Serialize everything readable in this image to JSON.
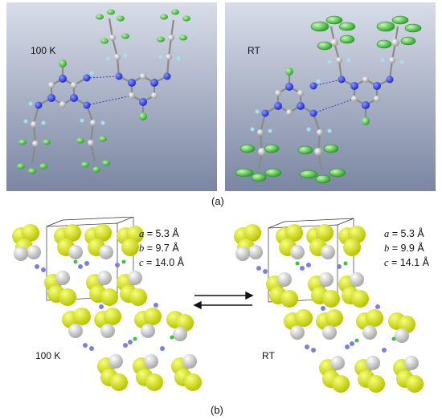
{
  "panel_a": {
    "left_label": "100 K",
    "right_label": "RT",
    "caption": "(a)"
  },
  "panel_b": {
    "left_label": "100 K",
    "right_label": "RT",
    "caption": "(b)",
    "left_cell": {
      "a_sym": "a",
      "a_val": "= 5.3 Å",
      "b_sym": "b",
      "b_val": "= 9.7 Å",
      "c_sym": "c",
      "c_val": "= 14.0 Å"
    },
    "right_cell": {
      "a_sym": "a",
      "a_val": "= 5.3 Å",
      "b_sym": "b",
      "b_val": "= 9.9 Å",
      "c_sym": "c",
      "c_val": "= 14.1 Å"
    }
  },
  "colors": {
    "background_top": "#d7dce8",
    "background_bottom": "#7c87a3",
    "nitrogen": "#2233dd",
    "carbon": "#b8b8b8",
    "hydrogen": "#9fe3ec",
    "chlorine": "#44c03a",
    "fluorine": "#e6f000",
    "carbon_space": "#d0d0d0"
  }
}
